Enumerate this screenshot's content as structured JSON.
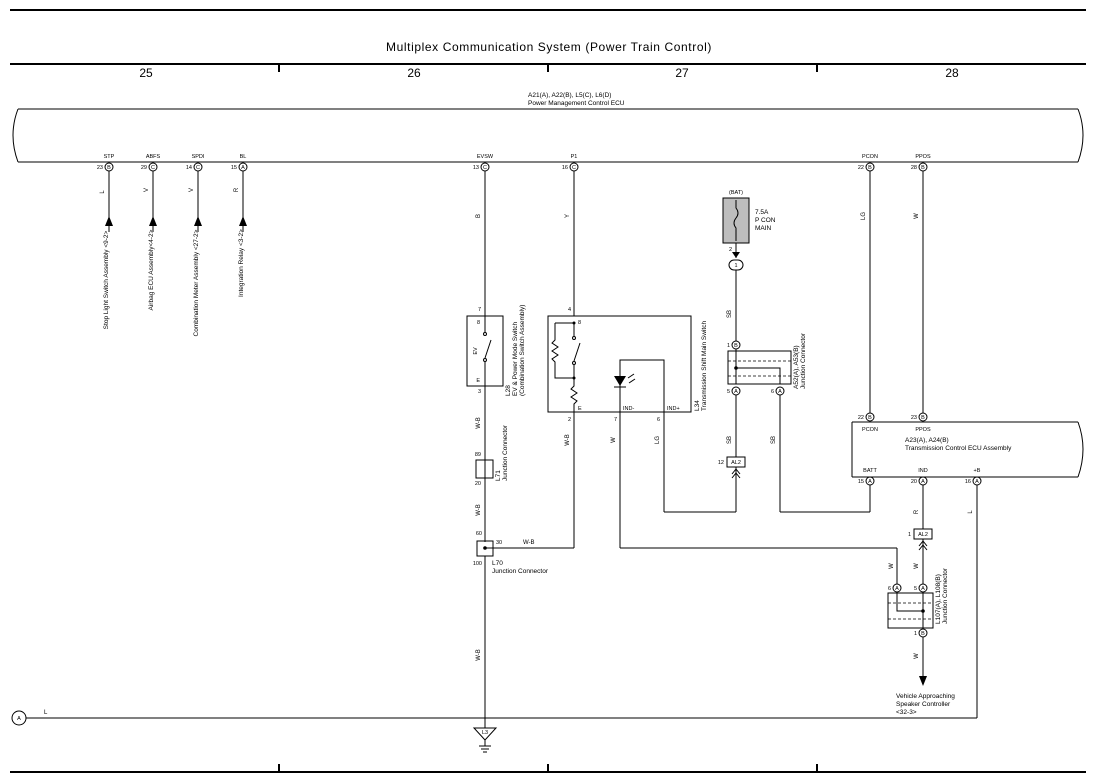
{
  "title": "Multiplex Communication System (Power Train Control)",
  "grid_columns": [
    "25",
    "26",
    "27",
    "28"
  ],
  "ecu_main": {
    "codes": "A21(A), A22(B), L5(C), L6(D)",
    "name": "Power Management Control ECU"
  },
  "top_pins": [
    {
      "name": "STP",
      "num": "23",
      "conn": "B"
    },
    {
      "name": "ABFS",
      "num": "29",
      "conn": "C"
    },
    {
      "name": "SPDI",
      "num": "14",
      "conn": "C"
    },
    {
      "name": "BL",
      "num": "15",
      "conn": "A"
    },
    {
      "name": "EVSW",
      "num": "13",
      "conn": "C"
    },
    {
      "name": "P1",
      "num": "16",
      "conn": "C"
    },
    {
      "name": "PCON",
      "num": "22",
      "conn": "B"
    },
    {
      "name": "PPOS",
      "num": "28",
      "conn": "B"
    }
  ],
  "wire_colors": {
    "stp": "L",
    "abfs": "V",
    "spdi": "V",
    "bl": "R",
    "evsw": "B",
    "p1": "Y",
    "pcon": "LG",
    "ppos": "W",
    "fuse_out": "SB",
    "l28": "W-B",
    "l71": "W-B",
    "l70_side": "W-B",
    "l70_down": "W-B",
    "p1_down": "W-B",
    "sw_ind_minus": "W",
    "sw_ind_plus": "LG",
    "a52_left": "SB",
    "a52_right": "SB",
    "ind_down": "R",
    "al2_down": "W",
    "plusb": "L",
    "l107_down": "W",
    "bottom_a": "L"
  },
  "left_components": [
    "Stop Light Switch Assembly <9-2>",
    "Airbag ECU Assembly<4-2>",
    "Combination Meter Assembly <27-2>",
    "Integration Relay <3-2>"
  ],
  "fuse": {
    "source": "(BAT)",
    "rating": "7.5A",
    "name1": "P CON",
    "name2": "MAIN",
    "pin": "2",
    "conn_pin": "1"
  },
  "l28": {
    "code": "L28",
    "name": "EV & Power Mode Switch",
    "name2": "(Combination Switch Assembly)",
    "label": "EV",
    "pin_top": "7",
    "pin_bot": "3",
    "p8": "8",
    "pE": "E"
  },
  "l71": {
    "code": "L71",
    "name": "Junction Connector",
    "pin_top": "89",
    "pin_bot": "20"
  },
  "l70": {
    "code": "L70",
    "name": "Junction Connector",
    "pin_top": "60",
    "pin_side": "30",
    "pin_bot": "100"
  },
  "l34": {
    "code": "L34",
    "name": "Transmission Shift Main Switch",
    "pin4": "4",
    "pin2": "2",
    "pin7": "7",
    "pin6": "6",
    "p8": "8",
    "pE": "E",
    "ind_minus": "IND-",
    "ind_plus": "IND+"
  },
  "a52": {
    "code": "A52(A), A53(B)",
    "name": "Junction Connector",
    "pin_top": "1",
    "pin_left": "5",
    "pin_right": "6",
    "conn_top": "B",
    "conn_left": "A",
    "conn_right": "A"
  },
  "al2_a": {
    "label": "AL2",
    "pin": "12"
  },
  "al2_b": {
    "label": "AL2",
    "pin": "1"
  },
  "ecu2": {
    "codes": "A23(A), A24(B)",
    "name": "Transmission Control ECU Assembly",
    "top_pins": [
      {
        "name": "PCON",
        "num": "22",
        "conn": "B"
      },
      {
        "name": "PPOS",
        "num": "23",
        "conn": "B"
      }
    ],
    "bottom_pins": [
      {
        "name": "BATT",
        "num": "15",
        "conn": "A"
      },
      {
        "name": "IND",
        "num": "20",
        "conn": "A"
      },
      {
        "name": "+B",
        "num": "16",
        "conn": "A"
      }
    ]
  },
  "l107": {
    "code": "L107(A), L108(B)",
    "name": "Junction Connector",
    "pin_l": "6",
    "pin_r": "5",
    "pin_b": "1",
    "conn_l": "A",
    "conn_r": "A",
    "conn_b": "B"
  },
  "speaker": {
    "line1": "Vehicle Approaching",
    "line2": "Speaker Controller",
    "line3": "<32-3>"
  },
  "ground": {
    "label": "L3"
  },
  "offpage": {
    "label": "A"
  }
}
